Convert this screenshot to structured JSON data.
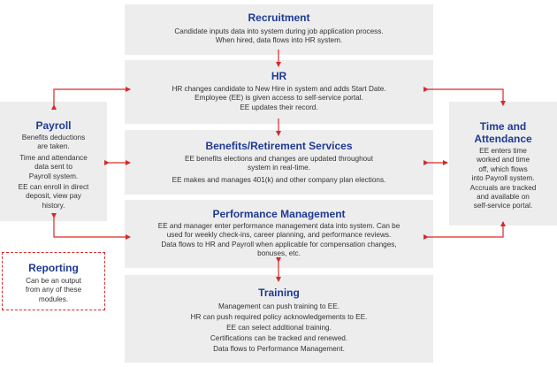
{
  "colors": {
    "title": "#1f3a93",
    "box": "#ededed",
    "arrow": "#d62a2a",
    "text": "#333333"
  },
  "recruitment": {
    "title": "Recruitment",
    "lines": [
      "Candidate inputs data into system during job application process.",
      "When hired, data flows into HR system."
    ]
  },
  "hr": {
    "title": "HR",
    "lines": [
      "HR changes candidate to New Hire in system and adds Start Date.",
      "Employee (EE) is given access to self-service portal.",
      "EE updates their record."
    ]
  },
  "benefits": {
    "title": "Benefits/Retirement Services",
    "lines": [
      "EE benefits elections and changes are updated throughout",
      "system in real-time.",
      "EE makes and manages 401(k) and other company plan elections."
    ]
  },
  "performance": {
    "title": "Performance Management",
    "lines": [
      "EE and manager enter performance management data into system. Can be",
      "used for weekly check-ins, career planning, and performance reviews.",
      "Data flows to HR and Payroll when applicable for compensation changes,",
      "bonuses, etc."
    ]
  },
  "training": {
    "title": "Training",
    "lines": [
      "Management can push training to EE.",
      "HR can push required policy acknowledgements to EE.",
      "EE can select additional training.",
      "Certifications can be tracked and renewed.",
      "Data flows to Performance Management."
    ]
  },
  "payroll": {
    "title": "Payroll",
    "lines": [
      "Benefits deductions",
      "are taken.",
      "Time and attendance",
      "data sent to",
      "Payroll system.",
      "EE can enroll in direct",
      "deposit, view pay",
      "history."
    ]
  },
  "time_attendance": {
    "title_lines": [
      "Time and",
      "Attendance"
    ],
    "lines": [
      "EE enters time",
      "worked and time",
      "off, which flows",
      "into Payroll system.",
      "Accruals are tracked",
      "and available on",
      "self-service portal."
    ]
  },
  "reporting": {
    "title": "Reporting",
    "lines": [
      "Can be an output",
      "from any of these",
      "modules."
    ]
  }
}
